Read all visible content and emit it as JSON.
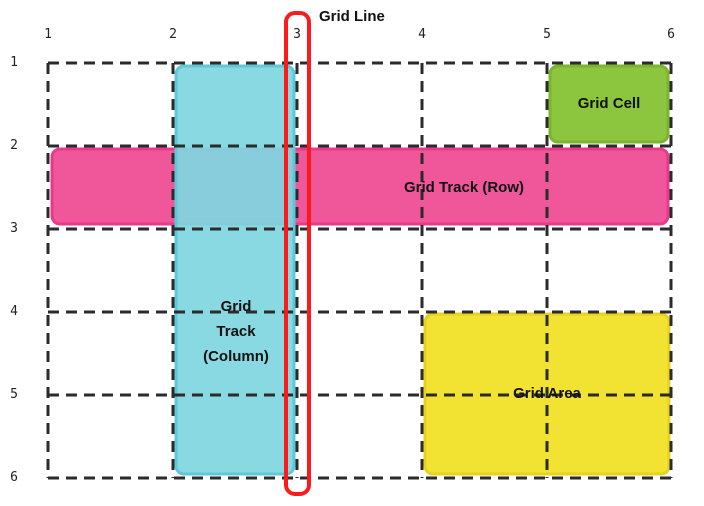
{
  "grid_line_label": "Grid Line",
  "column_numbers": [
    "1",
    "2",
    "3",
    "4",
    "5",
    "6"
  ],
  "row_numbers": [
    "1",
    "2",
    "3",
    "4",
    "5",
    "6"
  ],
  "shapes": {
    "grid_cell": {
      "label": "Grid Cell",
      "color": "#8cc63f",
      "border": "#7ab52e"
    },
    "grid_track_row": {
      "label": "Grid Track (Row)",
      "color": "#f0569a",
      "border": "#e8398a"
    },
    "grid_track_column": {
      "label_lines": [
        "Grid",
        "Track",
        "(Column)"
      ],
      "color": "#7fd6e0",
      "border": "#5ec8d6"
    },
    "grid_area": {
      "label": "Grid Area",
      "color": "#f2e333",
      "border": "#e6d21f"
    },
    "grid_line_highlight": {
      "color": "#ff1a1a"
    }
  }
}
